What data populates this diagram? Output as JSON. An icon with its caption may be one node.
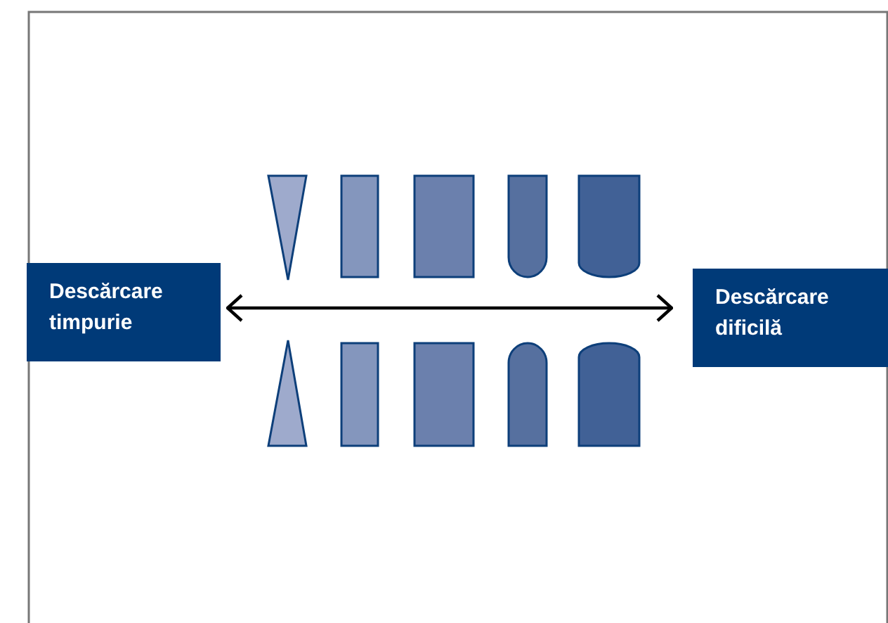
{
  "diagram": {
    "nodes": [
      {
        "text": [
          "Descărcare timpurie"
        ]
      },
      {
        "text": [
          "Descărcare dificilă"
        ]
      }
    ],
    "edges": [
      {
        "from": 0,
        "to": 1,
        "arrow": "both"
      }
    ]
  }
}
